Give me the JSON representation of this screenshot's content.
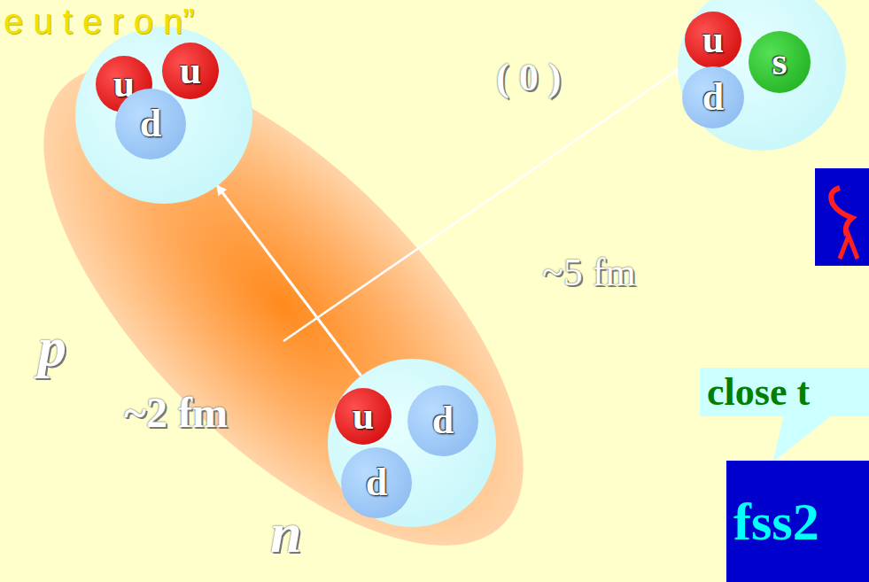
{
  "diagram": {
    "title": "e u t e r o n”",
    "nodes": [
      {
        "text": [
          "p"
        ]
      },
      {
        "text": [
          "u"
        ],
        "in": 0
      },
      {
        "text": [
          "u"
        ],
        "in": 0
      },
      {
        "text": [
          "d"
        ],
        "in": 0
      },
      {
        "text": [
          "n"
        ]
      },
      {
        "text": [
          "u"
        ],
        "in": 4
      },
      {
        "text": [
          "d"
        ],
        "in": 4
      },
      {
        "text": [
          "d"
        ],
        "in": 4
      },
      {
        "text": [
          "( 0 )"
        ]
      },
      {
        "text": [
          "u"
        ],
        "in": 8
      },
      {
        "text": [
          "s"
        ],
        "in": 8
      },
      {
        "text": [
          "d"
        ],
        "in": 8
      },
      {
        "text": [
          "close t"
        ]
      },
      {
        "text": [
          "fss2"
        ]
      }
    ],
    "edges": [
      {
        "from": 4,
        "to": 0,
        "arrow": "to",
        "label": "~2 fm"
      }
    ],
    "labels": [
      "~5 fm"
    ]
  }
}
